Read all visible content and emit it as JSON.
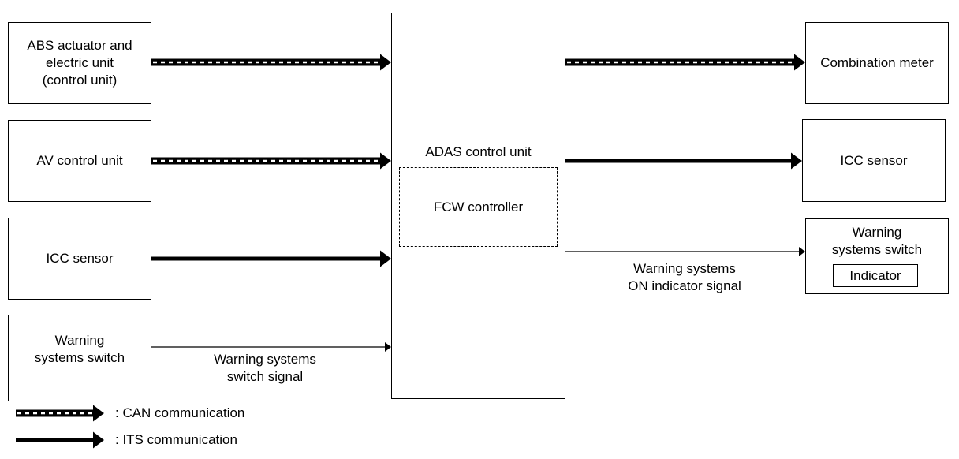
{
  "colors": {
    "line": "#000000",
    "background": "#ffffff",
    "can_dash": "#ffffff"
  },
  "left_units": [
    {
      "lines": [
        "ABS actuator and",
        "electric unit",
        "(control unit)"
      ],
      "link": "can"
    },
    {
      "lines": [
        "AV control unit"
      ],
      "link": "can"
    },
    {
      "lines": [
        "ICC sensor"
      ],
      "link": "its"
    },
    {
      "lines": [
        "Warning",
        "systems switch"
      ],
      "link": "signal",
      "signal_label": [
        "Warning systems",
        "switch signal"
      ]
    }
  ],
  "center_unit": {
    "label": "ADAS control unit",
    "inner_label": "FCW controller"
  },
  "right_units": [
    {
      "lines": [
        "Combination meter"
      ],
      "link": "can"
    },
    {
      "lines": [
        "ICC sensor"
      ],
      "link": "its"
    },
    {
      "lines": [
        "Warning",
        "systems switch"
      ],
      "inner_label": "Indicator",
      "link": "signal",
      "signal_label": [
        "Warning systems",
        "ON indicator signal"
      ]
    }
  ],
  "legend": [
    {
      "type": "can",
      "label": ": CAN communication"
    },
    {
      "type": "its",
      "label": ": ITS communication"
    }
  ]
}
